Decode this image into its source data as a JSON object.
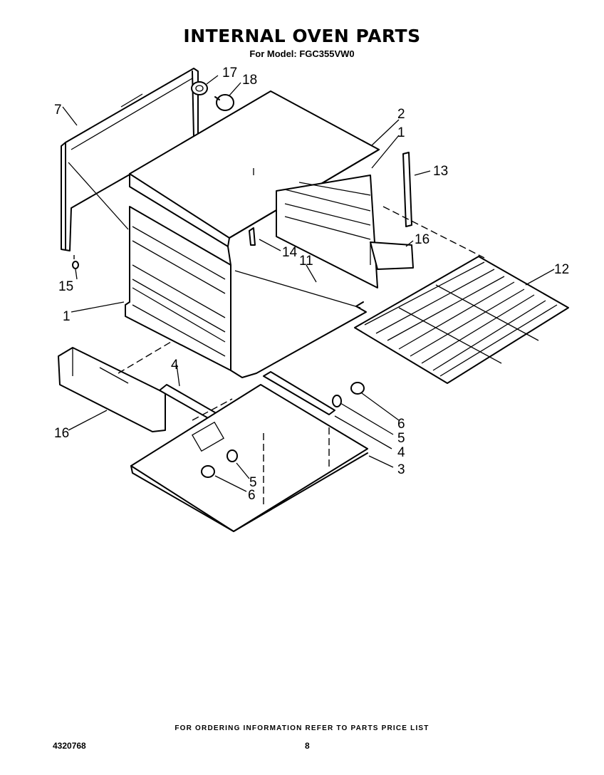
{
  "header": {
    "title": "INTERNAL OVEN PARTS",
    "subtitle": "For Model: FGC355VW0"
  },
  "callouts": {
    "c1a": "1",
    "c1b": "1",
    "c2": "2",
    "c3": "3",
    "c4a": "4",
    "c4b": "4",
    "c5a": "5",
    "c5b": "5",
    "c6a": "6",
    "c6b": "6",
    "c7": "7",
    "c11": "11",
    "c12": "12",
    "c13": "13",
    "c14": "14",
    "c15": "15",
    "c16a": "16",
    "c16b": "16",
    "c17": "17",
    "c18": "18"
  },
  "footer": {
    "note": "FOR ORDERING INFORMATION REFER TO PARTS PRICE LIST",
    "doc_number": "4320768",
    "page_number": "8"
  }
}
